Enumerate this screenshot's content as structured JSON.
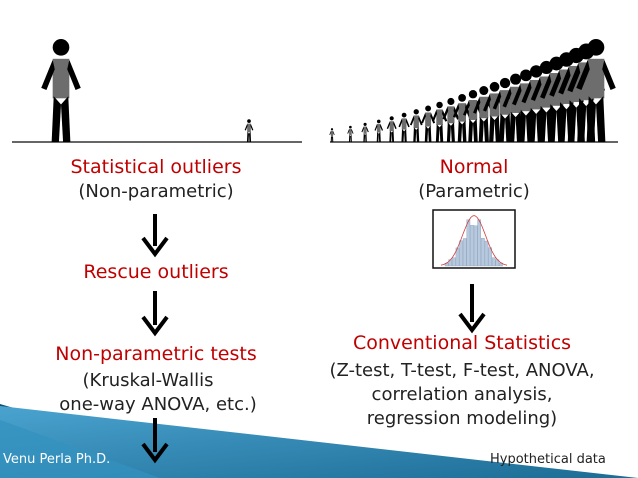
{
  "left": {
    "title": "Statistical outliers",
    "subtitle": "(Non-parametric)",
    "rescue": "Rescue outliers",
    "tests_title": "Non-parametric tests",
    "tests_line1": "(Kruskal-Wallis",
    "tests_line2": "one-way ANOVA, etc.)"
  },
  "right": {
    "title": "Normal",
    "subtitle": "(Parametric)",
    "conv_title": "Conventional Statistics",
    "conv_line1": "(Z-test, T-test, F-test, ANOVA,",
    "conv_line2": "correlation analysis,",
    "conv_line3": "regression modeling)"
  },
  "footer": {
    "author": "Venu Perla Ph.D.",
    "note": "Hypothetical data"
  },
  "colors": {
    "accent_red": "#c00000",
    "figure_gray": "#6d6d6d",
    "figure_black": "#000000",
    "histogram_fill": "#b7c9de",
    "footer_teal": "#2e7ea6"
  }
}
